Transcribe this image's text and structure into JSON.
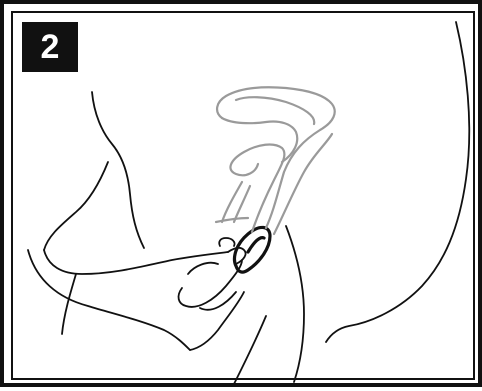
{
  "step": {
    "number": "2"
  },
  "colors": {
    "outline": "#111111",
    "anatomy": "#9a9a9a",
    "background": "#ffffff"
  },
  "icons": {
    "badge": "step-number-badge",
    "illustration": "insertion-line-art"
  }
}
